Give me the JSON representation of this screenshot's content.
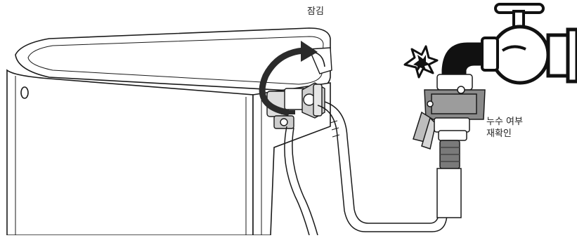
{
  "labels": {
    "lock": "잠김",
    "leak_line1": "누수 여부",
    "leak_line2": "재확인"
  },
  "colors": {
    "outline": "#1a1a1a",
    "fitting_gray": "#8a8a8a",
    "arrow_dark": "#2b2b2b",
    "pipe_black": "#111111"
  },
  "icons": [
    "curved-arrow-icon",
    "leak-burst-icon",
    "faucet-icon"
  ]
}
